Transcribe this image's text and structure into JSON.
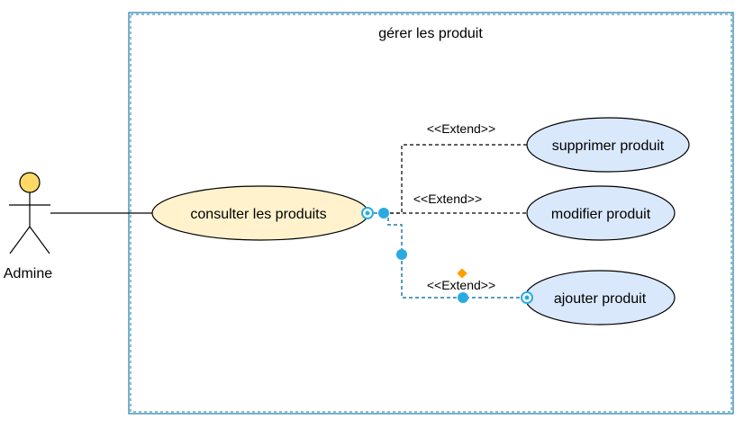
{
  "system": {
    "title": "gérer les produit",
    "border_color": "#1e7ca8"
  },
  "actor": {
    "name": "Admine",
    "head_fill": "#ffd966",
    "stroke": "#000000"
  },
  "use_cases": {
    "consulter": {
      "label": "consulter les produits",
      "fill": "#fff2cc"
    },
    "supprimer": {
      "label": "supprimer produit",
      "fill": "#dae8fc"
    },
    "modifier": {
      "label": "modifier produit",
      "fill": "#dae8fc"
    },
    "ajouter": {
      "label": "ajouter produit",
      "fill": "#dae8fc"
    }
  },
  "relations": {
    "extend_supprimer": "<<Extend>>",
    "extend_modifier": "<<Extend>>",
    "extend_ajouter": "<<Extend>>"
  },
  "selection": {
    "handle_color": "#29abe2",
    "edge_color": "#1e7ca8",
    "diamond_color": "#ff9f00"
  }
}
